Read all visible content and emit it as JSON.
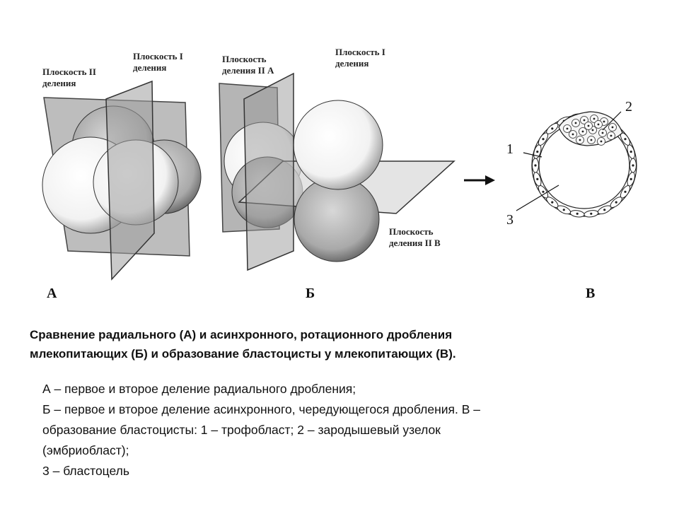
{
  "figure": {
    "panel_a": {
      "plane_ii_label": [
        "Плоскость II",
        "деления"
      ],
      "plane_i_label": [
        "Плоскость I",
        "деления"
      ],
      "letter": "А"
    },
    "panel_b": {
      "plane_iia_label": [
        "Плоскость",
        "деления II А"
      ],
      "plane_i_label": [
        "Плоскость I",
        "деления"
      ],
      "plane_iib_label": [
        "Плоскость",
        "деления II В"
      ],
      "letter": "Б"
    },
    "panel_c": {
      "numbers": [
        "1",
        "2",
        "3"
      ],
      "letter": "В"
    }
  },
  "caption": [
    "Сравнение радиального (А) и асинхронного, ротационного дробления",
    "млекопитающих (Б) и образование бластоцисты у млекопитающих (В)."
  ],
  "legend": [
    "А – первое и второе деление радиального дробления;",
    "Б – первое и второе деление асинхронного, чередующегося дробления. В –",
    "образование бластоцисты: 1 – трофобласт; 2 – зародышевый узелок",
    "(эмбриобласт);",
    "3 – бластоцель"
  ]
}
